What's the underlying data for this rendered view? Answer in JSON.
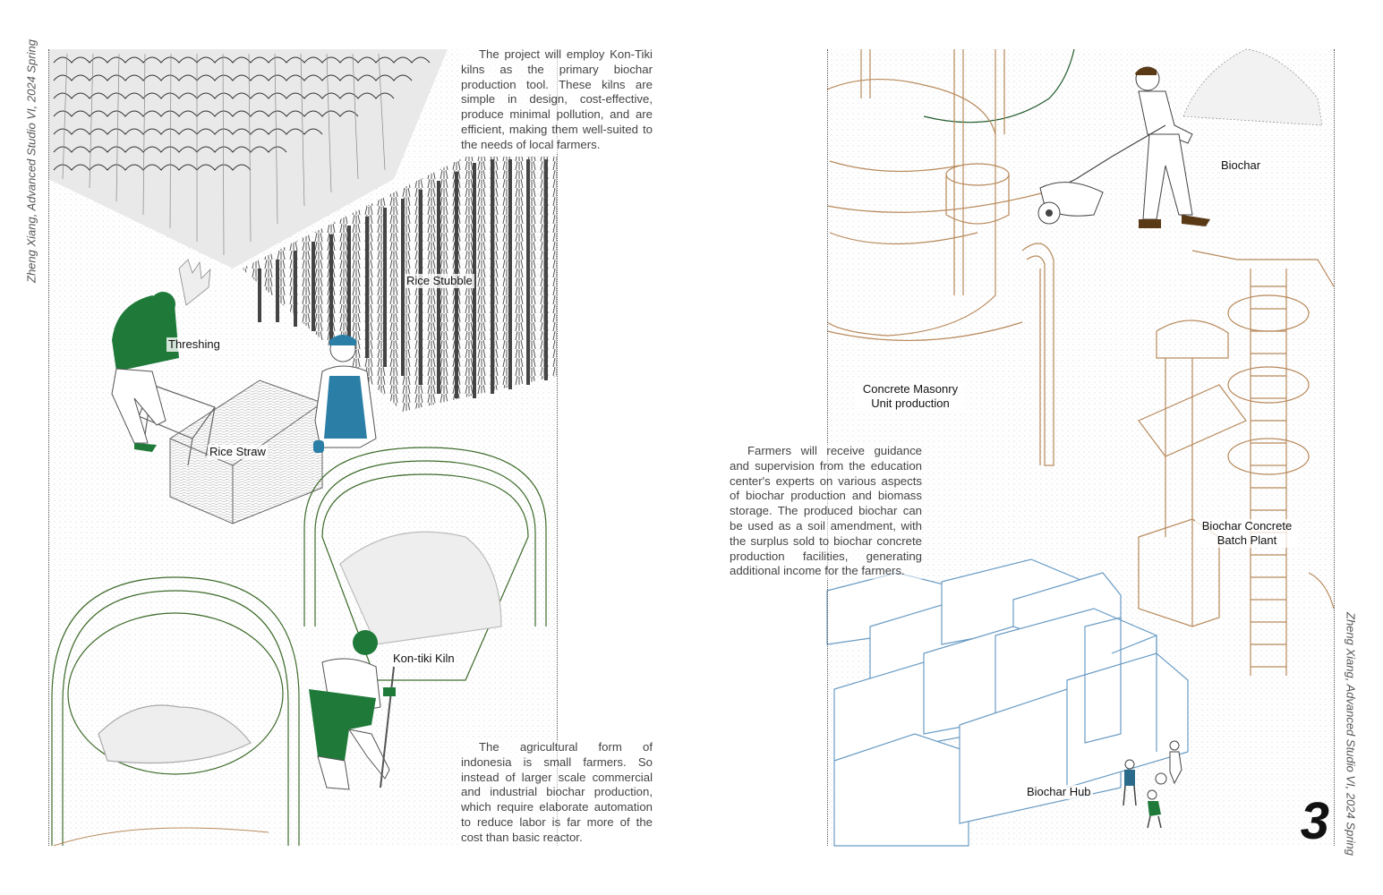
{
  "left_page": {
    "side_credit": "Zheng Xiang, Advanced Studio VI, 2024 Spring",
    "intro_text": "The project will employ Kon-Tiki kilns as the primary biochar production tool. These kilns are simple in design, cost-effective, produce minimal pollution, and are efficient, making them well-suited to the needs of local farmers.",
    "closing_text": "The agricultural form of indonesia is small farmers. So instead of larger scale commercial and industrial biochar production, which require elaborate automation to reduce labor is far more of the cost than basic reactor.",
    "labels": {
      "rice_stubble": "Rice Stubble",
      "threshing": "Threshing",
      "rice_straw": "Rice Straw",
      "kiln": "Kon-tiki Kiln"
    }
  },
  "right_page": {
    "side_credit": "Zheng Xiang, Advanced Studio VI, 2024 Spring",
    "guidance_text": "Farmers will receive guidance and supervision from the education center's experts on various aspects of biochar production and biomass storage. The produced biochar can be used as a soil amendment, with the surplus sold to biochar concrete production facilities, generating additional income for the farmers.",
    "labels": {
      "biochar": "Biochar",
      "cmu": "Concrete Masonry Unit production",
      "batch_plant": "Biochar Concrete Batch Plant",
      "hub": "Biochar Hub"
    },
    "page_number": "3"
  },
  "colors": {
    "farmer_green": "#1f7a3a",
    "overall_blue": "#2b7ea6",
    "kiln_green": "#3d6b2a",
    "structure_copper": "#b88a5c",
    "hub_blue": "#6a9cc4",
    "boot_brown": "#5a3a16"
  }
}
